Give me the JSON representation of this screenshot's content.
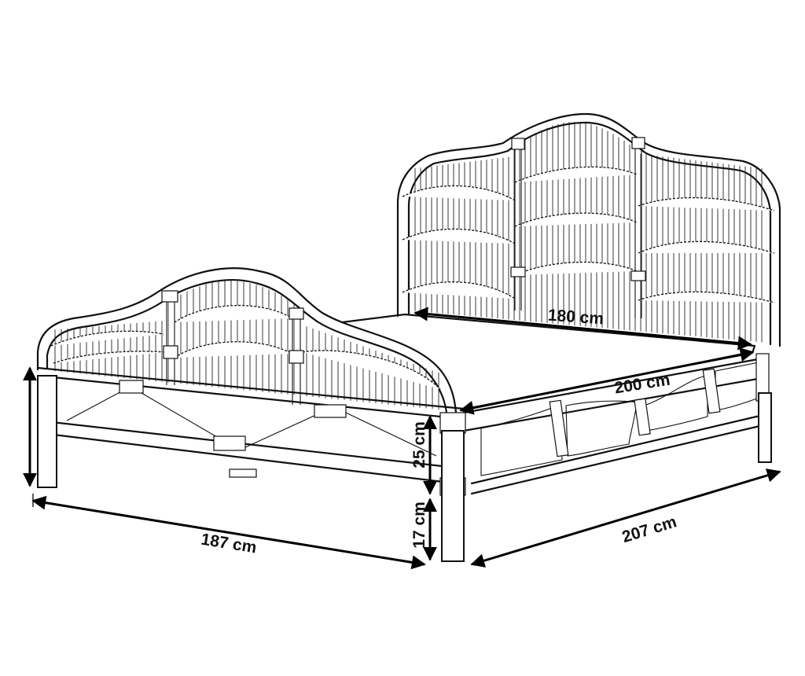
{
  "diagram": {
    "subject": "rattan-bed",
    "colors": {
      "line": "#111111",
      "background": "#ffffff"
    },
    "dimensions": {
      "headboard_width": "180 cm",
      "mattress_length": "200 cm",
      "total_width": "187 cm",
      "total_length": "207 cm",
      "frame_height": "25 cm",
      "leg_clearance": "17 cm"
    }
  }
}
